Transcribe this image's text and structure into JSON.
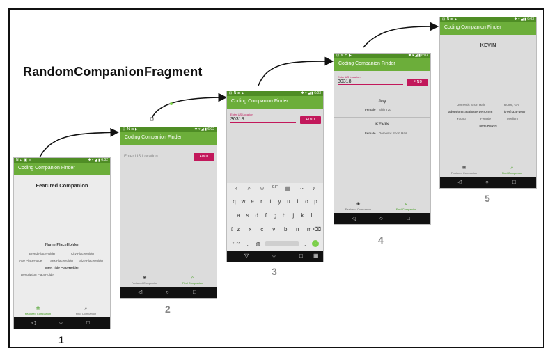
{
  "title": "RandomCompanionFragment",
  "app_title": "Coding Companion Finder",
  "status_time": "6:02",
  "status_time_5": "6:03",
  "tabs": {
    "featured": "Featured Companion",
    "find": "Find Companion"
  },
  "phone1": {
    "heading": "Featured Companion",
    "name": "Name PlaceHolder",
    "breed": "Breed PlaceHolder",
    "city": "City PlaceHolder",
    "age": "Age PlaceHolder",
    "sex": "Sex PlaceHolder",
    "size": "Size PlaceHolder",
    "meet": "Meet Title PlaceHolder",
    "description": "Description PlaceHolder"
  },
  "phone2": {
    "placeholder": "Enter US Location",
    "find": "FIND"
  },
  "phone3": {
    "label": "Enter US Location",
    "value": "30318",
    "find": "FIND",
    "kb_row1": [
      "q",
      "w",
      "e",
      "r",
      "t",
      "y",
      "u",
      "i",
      "o",
      "p"
    ],
    "kb_row2": [
      "a",
      "s",
      "d",
      "f",
      "g",
      "h",
      "j",
      "k",
      "l"
    ],
    "kb_row3": [
      "z",
      "x",
      "c",
      "v",
      "b",
      "n",
      "m"
    ],
    "kb_symbols": "?123"
  },
  "phone4": {
    "label": "Enter US Location",
    "value": "30318",
    "find": "FIND",
    "results": [
      {
        "name": "Joy",
        "sex": "Female",
        "breed": "Shih Tzu"
      },
      {
        "name": "KEVIN",
        "sex": "Female",
        "breed": "Domestic Short Hair"
      }
    ]
  },
  "phone5": {
    "name": "KEVIN",
    "breed": "Domestic Short Hair",
    "city": "Rome, GA",
    "email": "adoptions@gafosterpets.com",
    "phone": "(706) 338-4007",
    "age": "Young",
    "sex": "Female",
    "size": "Medium",
    "meet": "Meet KEVIN"
  },
  "steps": [
    "1",
    "2",
    "3",
    "4",
    "5"
  ],
  "colors": {
    "appbar": "#6cae3a",
    "statusbar": "#4f8d25",
    "accent": "#c2185b",
    "active_tab": "#3d9a19"
  }
}
